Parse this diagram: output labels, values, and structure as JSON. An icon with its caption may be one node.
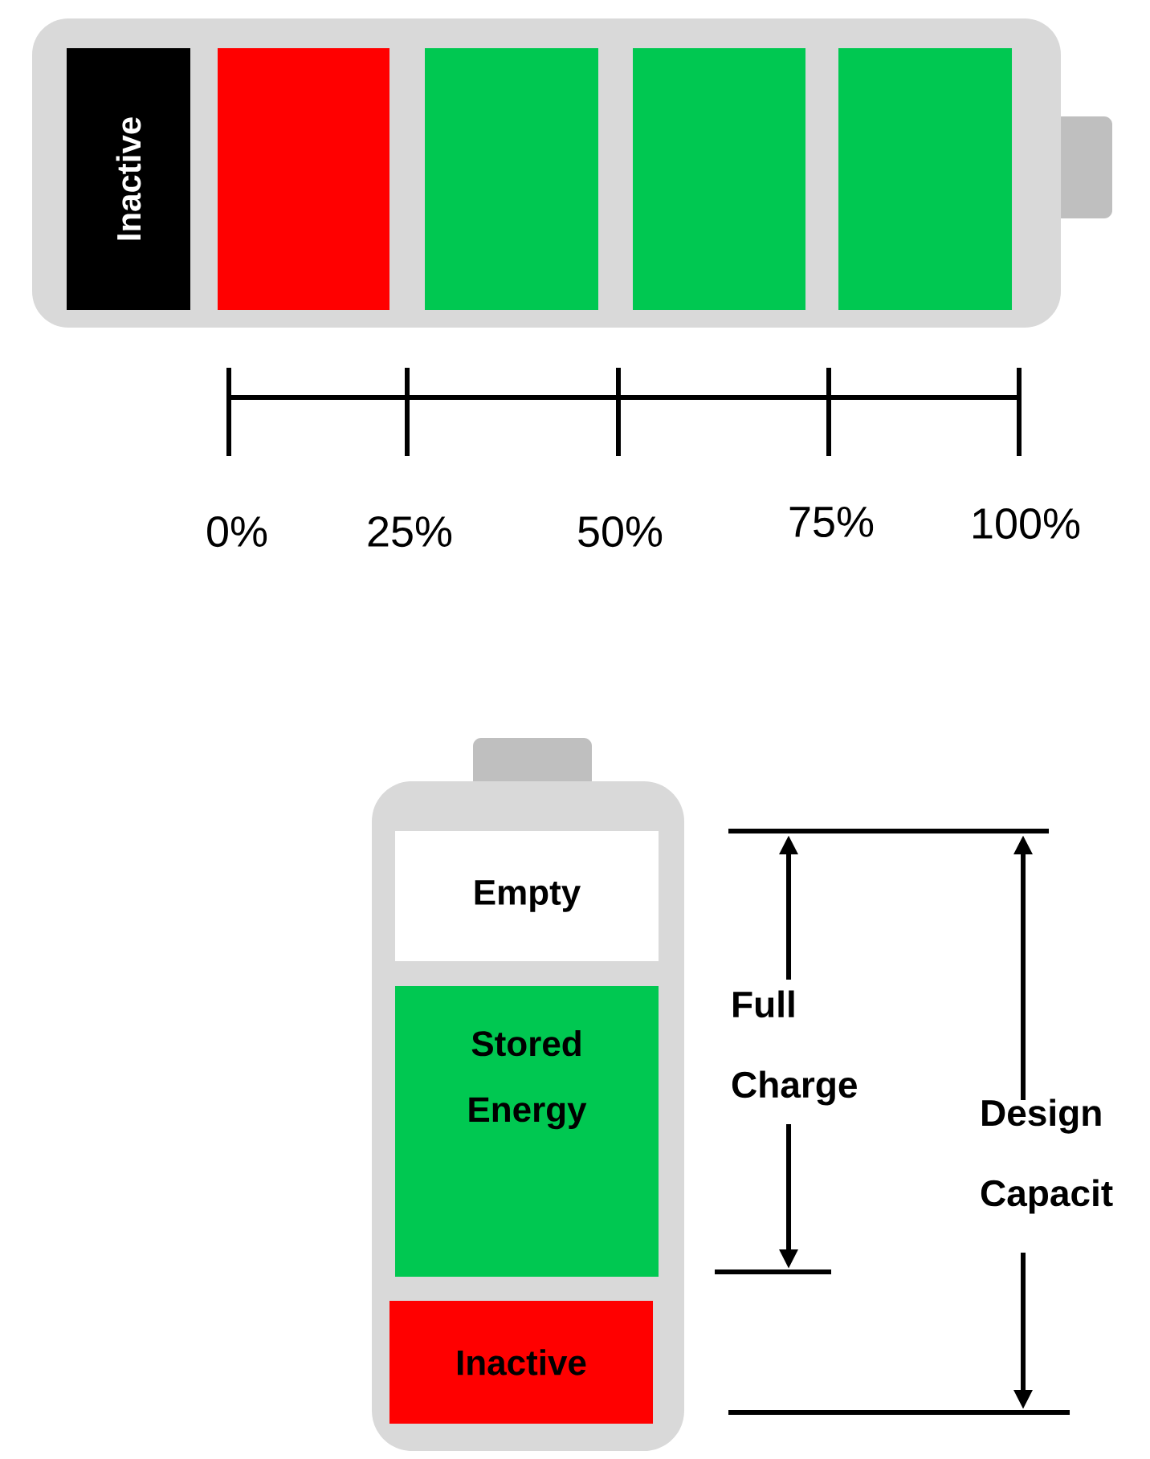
{
  "diagram": {
    "nodes": [
      {
        "text": [
          "Inactive"
        ]
      },
      {
        "text": [],
        "shape": "box"
      },
      {
        "text": [],
        "shape": "box"
      },
      {
        "text": [],
        "shape": "box"
      },
      {
        "text": [],
        "shape": "box"
      },
      {
        "text": [
          "Empty"
        ]
      },
      {
        "text": [
          "Stored Energy"
        ]
      },
      {
        "text": [
          "Inactive"
        ]
      }
    ],
    "labels": [
      "0%",
      "25%",
      "50%",
      "75%",
      "100%",
      "Full Charge",
      "Design Capacit"
    ]
  }
}
